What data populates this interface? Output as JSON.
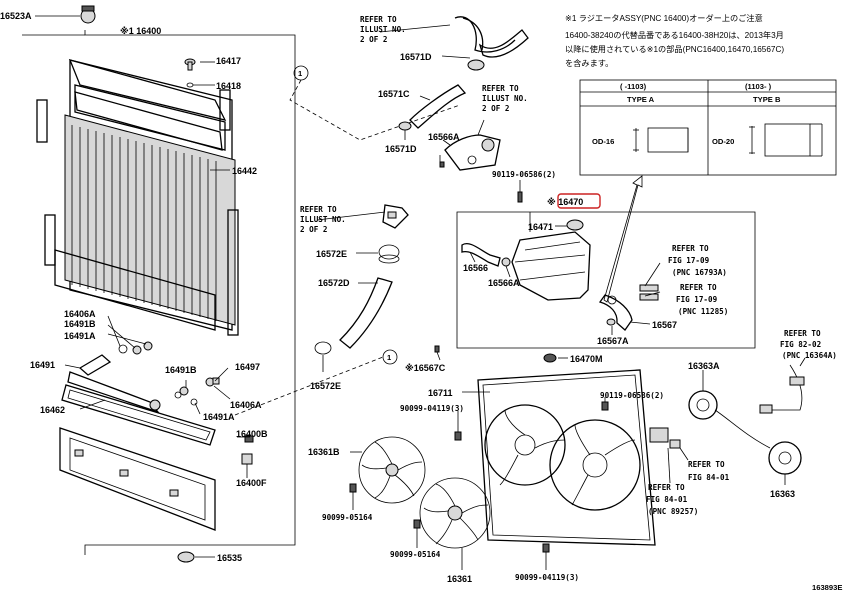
{
  "labels": {
    "p16523a": "16523A",
    "p16400": "※1 16400",
    "p16417": "16417",
    "p16418": "16418",
    "p16442": "16442",
    "p16406a_l": "16406A",
    "p16491b_l": "16491B",
    "p16491a_l": "16491A",
    "p16491": "16491",
    "p16462": "16462",
    "p16491b_m": "16491B",
    "p16497": "16497",
    "p16406a_m": "16406A",
    "p16491a_m": "16491A",
    "p16400b": "16400B",
    "p16400f": "16400F",
    "p16535": "16535",
    "p16571d_top": "16571D",
    "p16571c": "16571C",
    "p16571d_bot": "16571D",
    "p16566a_top": "16566A",
    "p16572e_top": "16572E",
    "p16572d": "16572D",
    "p16572e_bot": "16572E",
    "p90119_top": "90119-06586(2)",
    "p16470": "※ 16470",
    "p16471": "16471",
    "p16566": "16566",
    "p16566a_mid": "16566A",
    "p16567": "16567",
    "p16567a": "16567A",
    "p16567c": "※16567C",
    "p16470m": "16470M",
    "p16711": "16711",
    "p90099_04119_top": "90099-04119(3)",
    "p90119_mid": "90119-06586(2)",
    "p16363a": "16363A",
    "p16361b": "16361B",
    "p90099_05164_l": "90099-05164",
    "p90099_05164_m": "90099-05164",
    "p16361": "16361",
    "p90099_04119_bot": "90099-04119(3)",
    "p16363": "16363",
    "diagram_id": "163893E"
  },
  "refers": {
    "top_line1": "REFER TO",
    "top_line2": "ILLUST NO.",
    "top_line3": "2 OF 2",
    "mid_line1": "REFER TO",
    "mid_line2": "ILLUST NO.",
    "mid_line3": "2 OF 2",
    "left_line1": "REFER TO",
    "left_line2": "ILLUST NO.",
    "left_line3": "2 OF 2",
    "fig17a_line1": "REFER TO",
    "fig17a_line2": "FIG 17-09",
    "fig17a_line3": "(PNC 16793A)",
    "fig17b_line1": "REFER TO",
    "fig17b_line2": "FIG 17-09",
    "fig17b_line3": "(PNC 11285)",
    "fig82_line1": "REFER TO",
    "fig82_line2": "FIG 82-02",
    "fig82_line3": "(PNC 16364A)",
    "fig84a_line1": "REFER TO",
    "fig84a_line2": "FIG 84-01",
    "fig84b_line1": "REFER TO",
    "fig84b_line2": "FIG 84-01",
    "fig84b_line3": "(PNC 89257)"
  },
  "note": {
    "line1": "※1 ラジエータASSY(PNC 16400)オーダー上のご注意",
    "line2": "16400-38240の代替品番である16400-38H20は、2013年3月",
    "line3": "以降に使用されている※1の部品(PNC16400,16470,16567C)",
    "line4": "を含みます。"
  },
  "table": {
    "col_a_period": "( -1103)",
    "col_b_period": "(1103- )",
    "col_a_type": "TYPE A",
    "col_b_type": "TYPE B",
    "col_a_od": "OD-16",
    "col_b_od": "OD-20"
  },
  "colors": {
    "line": "#000000",
    "highlight": "#cc2222",
    "background": "#ffffff"
  }
}
